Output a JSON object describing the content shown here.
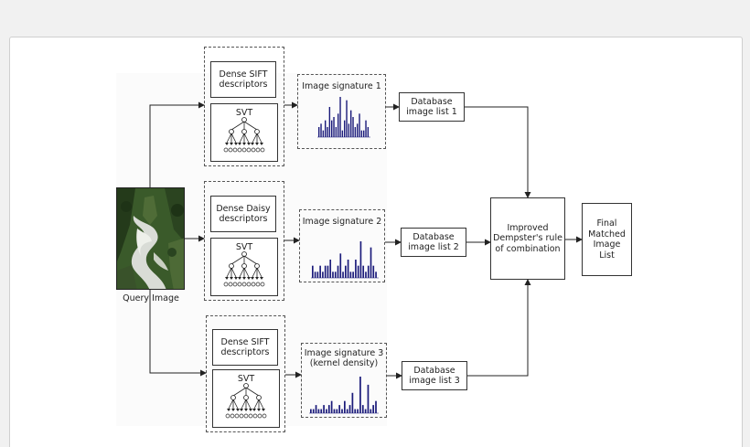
{
  "background": "#f1f1f1",
  "query_image_label": "Query Image",
  "branches": [
    {
      "descriptor_label": "Dense SIFT\ndescriptors",
      "svt_label": "SVT",
      "signature_label": "Image signature 1",
      "histogram": [
        3,
        4,
        2,
        5,
        3,
        9,
        5,
        6,
        3,
        7,
        12,
        2,
        5,
        11,
        4,
        8,
        6,
        3,
        4,
        7,
        2,
        2,
        5,
        3
      ]
    },
    {
      "descriptor_label": "Dense Daisy\ndescriptors",
      "svt_label": "SVT",
      "signature_label": "Image signature 2",
      "histogram": [
        2,
        1,
        1,
        2,
        1,
        2,
        2,
        3,
        1,
        1,
        2,
        4,
        1,
        2,
        3,
        1,
        1,
        3,
        2,
        6,
        2,
        1,
        2,
        5,
        2,
        1
      ]
    },
    {
      "descriptor_label": "Dense SIFT\ndescriptors",
      "svt_label": "SVT",
      "signature_label": "Image signature 3\n(kernel density)",
      "histogram": [
        1,
        1,
        2,
        1,
        1,
        2,
        1,
        2,
        3,
        1,
        1,
        2,
        1,
        3,
        1,
        2,
        5,
        1,
        1,
        9,
        2,
        1,
        7,
        1,
        2,
        3
      ]
    }
  ],
  "database_lists": [
    "Database\nimage list 1",
    "Database\nimage list 2",
    "Database\nimage list 3"
  ],
  "combination_label": "Improved\nDempster's rule\nof combination",
  "final_label": "Final\nMatched\nImage\nList",
  "colors": {
    "bars": "#1a1a7a",
    "stroke": "#222222",
    "dash": "#555555"
  }
}
